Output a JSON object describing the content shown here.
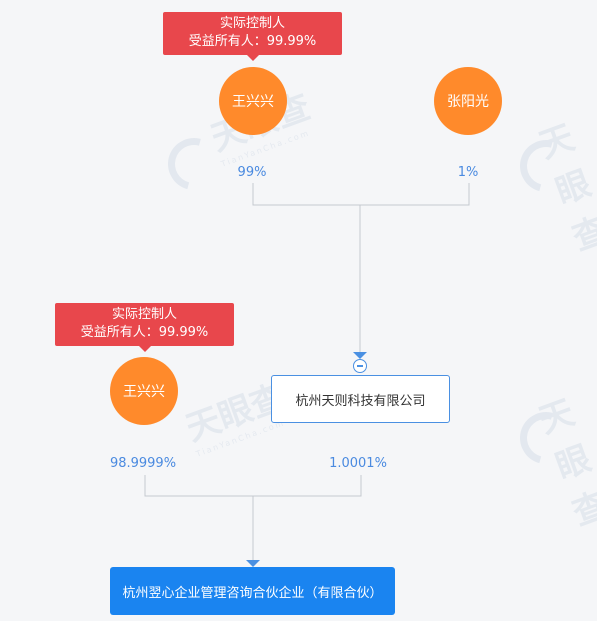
{
  "watermark": {
    "brand": "天眼查",
    "domain": "TianYanCha.com"
  },
  "controllers": [
    {
      "role": "实际控制人",
      "benefit": "受益所有人：99.99%"
    },
    {
      "role": "实际控制人",
      "benefit": "受益所有人：99.99%"
    }
  ],
  "people": [
    {
      "name": "王兴兴"
    },
    {
      "name": "张阳光"
    },
    {
      "name": "王兴兴"
    }
  ],
  "shares": {
    "wangxingxing_to_tianze": "99%",
    "zhangyangguang_to_tianze": "1%",
    "wangxingxing_to_target": "98.9999%",
    "tianze_to_target": "1.0001%"
  },
  "intermediate_company": {
    "name": "杭州天则科技有限公司"
  },
  "target_company": {
    "name": "杭州翌心企业管理咨询合伙企业（有限合伙）"
  },
  "colors": {
    "person": "#ff8a2b",
    "badge": "#e8474c",
    "target": "#1a84f0",
    "link": "#4a90e2"
  }
}
